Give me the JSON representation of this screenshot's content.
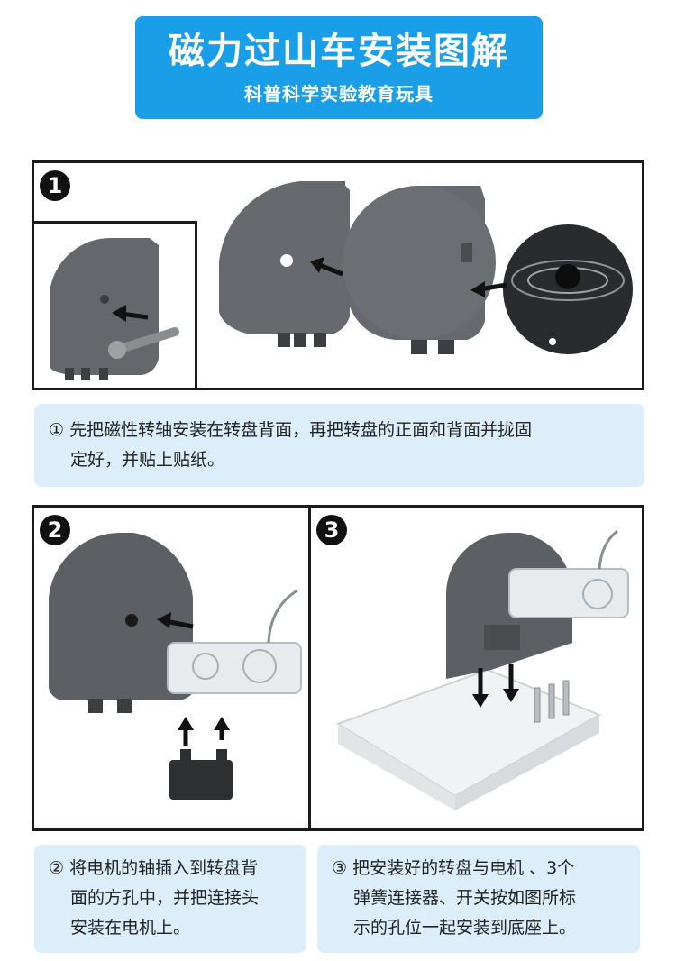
{
  "header": {
    "title": "磁力过山车安装图解",
    "subtitle": "科普科学实验教育玩具"
  },
  "steps": [
    {
      "number": "1",
      "caption_lines": [
        "① 先把磁性转轴安装在转盘背面，再把转盘的正面和背面并拢固",
        "定好，并贴上贴纸。"
      ]
    },
    {
      "number": "2",
      "caption_lines": [
        "② 将电机的轴插入到转盘背",
        "面的方孔中，并把连接头",
        "安装在电机上。"
      ]
    },
    {
      "number": "3",
      "caption_lines": [
        "③ 把安装好的转盘与电机 、3个",
        "弹簧连接器、开关按如图所标",
        "示的孔位一起安装到底座上。"
      ]
    }
  ],
  "colors": {
    "banner": "#1a9ee8",
    "caption_bg": "#dbeefa",
    "part_gray": "#5c5f63",
    "frame": "#1b1b1b"
  }
}
